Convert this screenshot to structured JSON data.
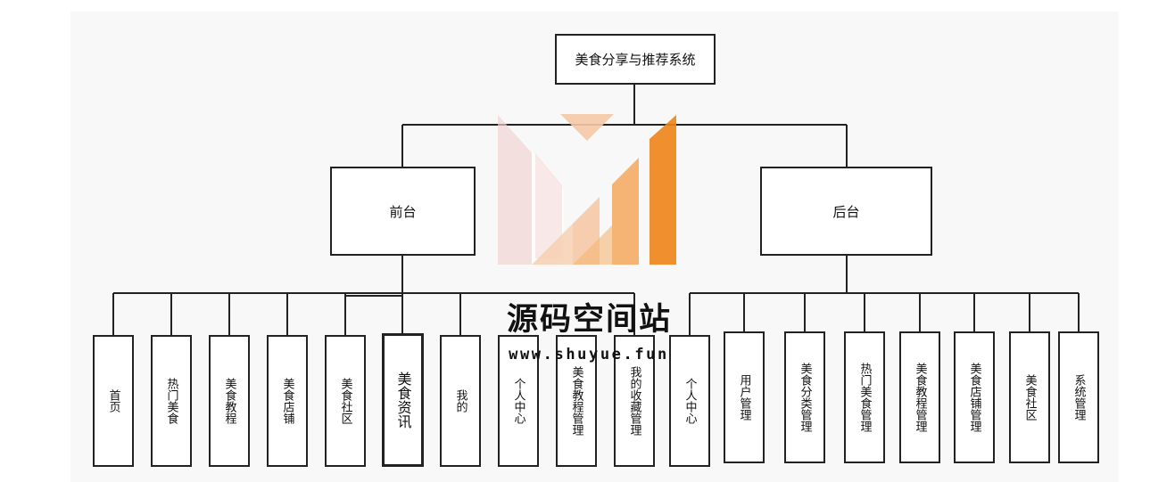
{
  "diagram": {
    "root": "美食分享与推荐系统",
    "front": {
      "label": "前台",
      "children": [
        "首页",
        "热门美食",
        "美食教程",
        "美食店铺",
        "美食社区",
        "美食资讯",
        "我的"
      ]
    },
    "mine_children": [
      "个人中心",
      "美食教程管理",
      "我的收藏管理"
    ],
    "back": {
      "label": "后台",
      "children": [
        "个人中心",
        "用户管理",
        "美食分类管理",
        "热门美食管理",
        "美食教程管理",
        "美食店铺管理",
        "美食社区",
        "系统管理"
      ]
    }
  },
  "watermark": {
    "title": "源码空间站",
    "url": "www.shuyue.fun",
    "colors": [
      "#f2d5d2",
      "#f6c9a8",
      "#f5ad65",
      "#f39a3a",
      "#f08418"
    ]
  }
}
